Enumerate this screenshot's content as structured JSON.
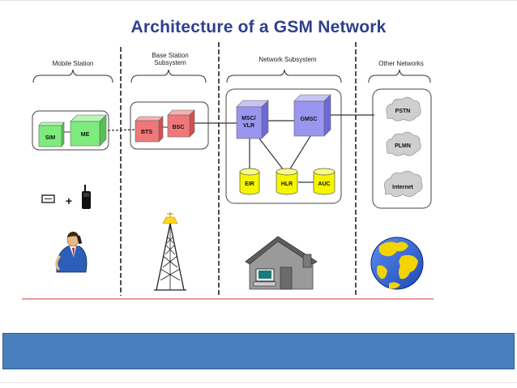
{
  "title": "Architecture of a GSM Network",
  "sections": {
    "mobile_station": "Mobile Station",
    "bss_line1": "Base Station",
    "bss_line2": "Subsystem",
    "network_subsystem": "Network Subsystem",
    "other_networks": "Other Networks"
  },
  "nodes": {
    "sim": "SIM",
    "me": "ME",
    "bts": "BTS",
    "bsc": "BSC",
    "msc_line1": "MSC/",
    "msc_line2": "VLR",
    "gmsc": "GMSC",
    "eir": "EIR",
    "hlr": "HLR",
    "auc": "AUC",
    "pstn": "PSTN",
    "plmn": "PLMN",
    "internet": "Internet"
  },
  "plus_sign": "+",
  "icons": [
    "phone-card-icon",
    "mobile-phone-icon",
    "person-on-phone-icon",
    "antenna-tower-icon",
    "house-computer-icon",
    "globe-icon"
  ],
  "colors": {
    "title": "#2e3f8c",
    "green_box": "#7dec7d",
    "red_box": "#f07878",
    "purple_box": "#9a95ee",
    "yellow_db": "#f5f500",
    "cloud": "#cfcfcf",
    "bar": "#4a7fbd"
  }
}
